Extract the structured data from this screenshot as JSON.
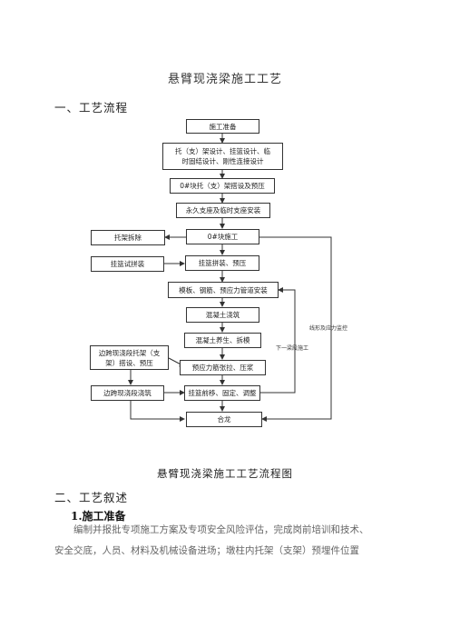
{
  "title": "悬臂现浇梁施工工艺",
  "section1": "一、工艺流程",
  "flow": {
    "n1": "施工准备",
    "n2a": "托（支）架设计、挂篮设计、临",
    "n2b": "时固结设计、刚性连接设计",
    "n3": "0#块托（支）架搭设及预压",
    "n4": "永久支座及临时支座安装",
    "n5": "0#块施工",
    "n6": "挂篮拼装、预压",
    "n7": "模板、钢筋、预应力管道安装",
    "n8": "混凝土浇筑",
    "n9": "混凝土养生、拆模",
    "n10": "预应力筋张拉、压浆",
    "n11": "挂篮前移、固定、调整",
    "n12": "合龙",
    "l1": "托架拆除",
    "l2": "挂篮试拼装",
    "l3a": "边跨现浇段托架（支",
    "l3b": "架）搭设、预压",
    "l4": "边跨现浇段浇筑",
    "next_segment": "下一梁段施工",
    "monitoring": "线形及应力监控"
  },
  "caption": "悬臂现浇梁施工工艺流程图",
  "section2": "二、工艺叙述",
  "subsection": "1.施工准备",
  "paragraph": {
    "line1": "编制并报批专项施工方案及专项安全风险评估，完成岗前培训和技术、",
    "line2": "安全交底，人员、材料及机械设备进场；墩柱内托架（支架）预埋件位置"
  }
}
